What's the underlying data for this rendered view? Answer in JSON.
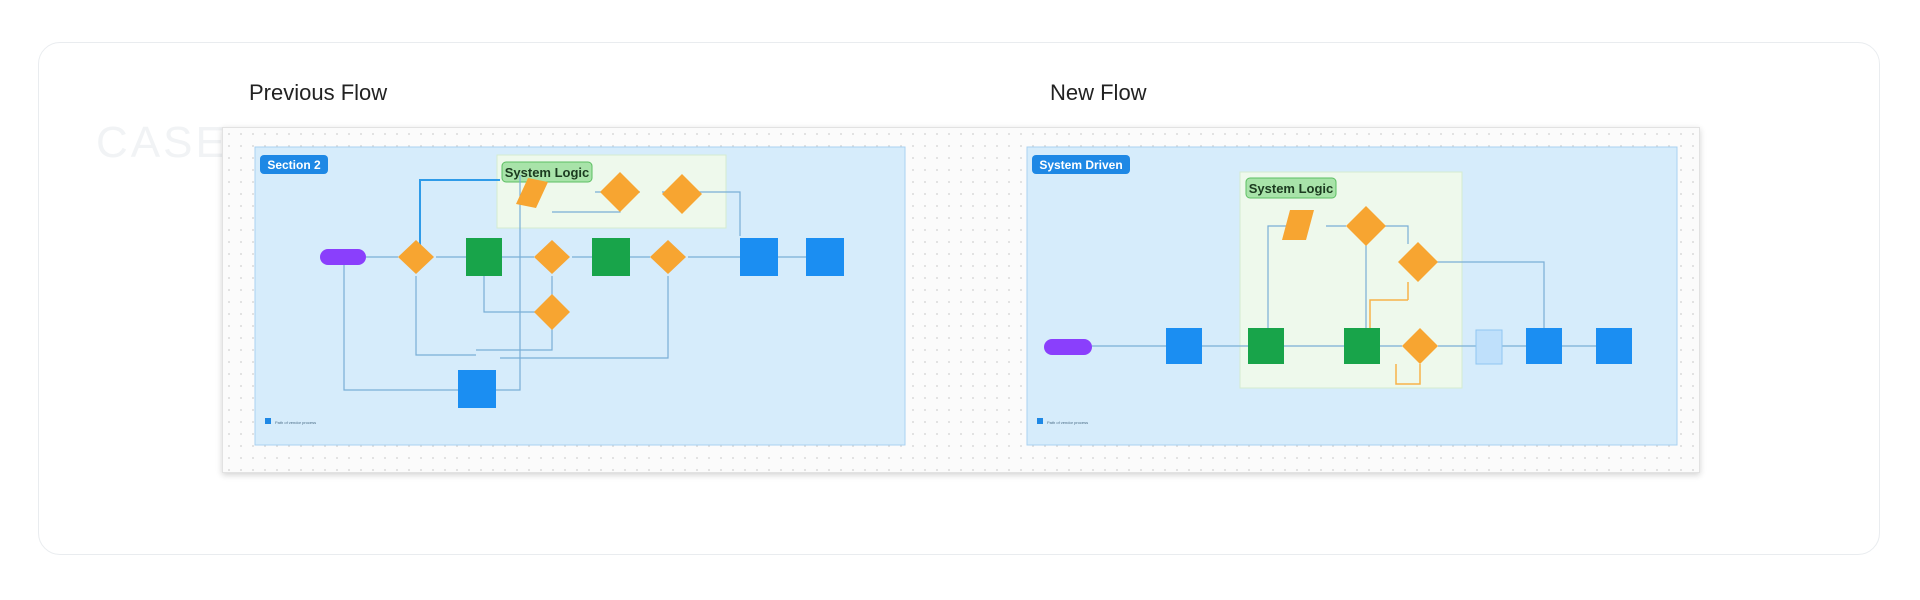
{
  "labels": {
    "previous_flow": "Previous Flow",
    "new_flow": "New Flow",
    "faint_watermark": "CASE"
  },
  "previous": {
    "section_title": "Section 2",
    "logic_title": "System Logic",
    "legend": "Path of vendor process"
  },
  "new": {
    "section_title": "System Driven",
    "logic_title": "System Logic",
    "legend": "Path of vendor process"
  },
  "colors": {
    "section_bg": "#d6ecfb",
    "title_badge": "#1e88e5",
    "logic_bg": "#eef9ec",
    "start_pill": "#8a3ffc",
    "decision": "#f7a531",
    "action_green": "#18a44a",
    "action_blue": "#1b8ef2",
    "connector": "#7aaed6"
  }
}
